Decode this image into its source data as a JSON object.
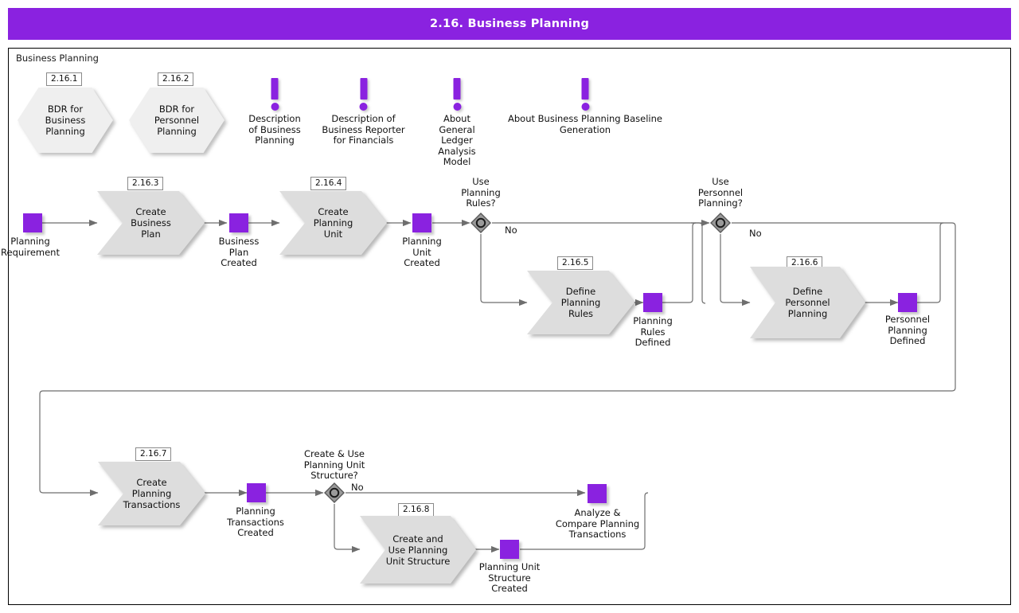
{
  "header": {
    "title": "2.16. Business Planning",
    "bar_color": "#8A22E0",
    "text_color": "#ffffff"
  },
  "pool": {
    "label": "Business Planning",
    "border_color": "#000000"
  },
  "palette": {
    "event_purple": "#8A22E0",
    "task_fill": "#DDDDDD",
    "hex_fill": "#EFEFEF",
    "gateway_fill": "#9A9A9A",
    "line": "#6E6E6E"
  },
  "hex_nodes": [
    {
      "number": "2.16.1",
      "label": "BDR for Business\nPlanning"
    },
    {
      "number": "2.16.2",
      "label": "BDR for Personnel\nPlanning"
    }
  ],
  "annotations": [
    {
      "icon": "exclamation-icon",
      "label": "Description\nof Business\nPlanning"
    },
    {
      "icon": "exclamation-icon",
      "label": "Description of\nBusiness Reporter\nfor Financials"
    },
    {
      "icon": "exclamation-icon",
      "label": "About\nGeneral\nLedger\nAnalysis\nModel"
    },
    {
      "icon": "exclamation-icon",
      "label": "About Business Planning Baseline\nGeneration"
    }
  ],
  "tasks": [
    {
      "number": "2.16.3",
      "label": "Create Business\nPlan"
    },
    {
      "number": "2.16.4",
      "label": "Create Planning\nUnit"
    },
    {
      "number": "2.16.5",
      "label": "Define Planning\nRules"
    },
    {
      "number": "2.16.6",
      "label": "Define\nPersonnel\nPlanning"
    },
    {
      "number": "2.16.7",
      "label": "Create Planning\nTransactions"
    },
    {
      "number": "2.16.8",
      "label": "Create and Use\nPlanning Unit\nStructure"
    }
  ],
  "events": [
    {
      "label": "Planning\nRequirement"
    },
    {
      "label": "Business\nPlan\nCreated"
    },
    {
      "label": "Planning\nUnit\nCreated"
    },
    {
      "label": "Planning\nRules\nDefined"
    },
    {
      "label": "Personnel\nPlanning\nDefined"
    },
    {
      "label": "Planning\nTransactions\nCreated"
    },
    {
      "label": "Planning Unit\nStructure\nCreated"
    },
    {
      "label": "Analyze &\nCompare Planning\nTransactions"
    }
  ],
  "gateways": [
    {
      "label": "Use\nPlanning\nRules?",
      "branch_label": "No"
    },
    {
      "label": "Use\nPersonnel\nPlanning?",
      "branch_label": "No"
    },
    {
      "label": "Create & Use\nPlanning Unit\nStructure?",
      "branch_label": "No"
    }
  ]
}
